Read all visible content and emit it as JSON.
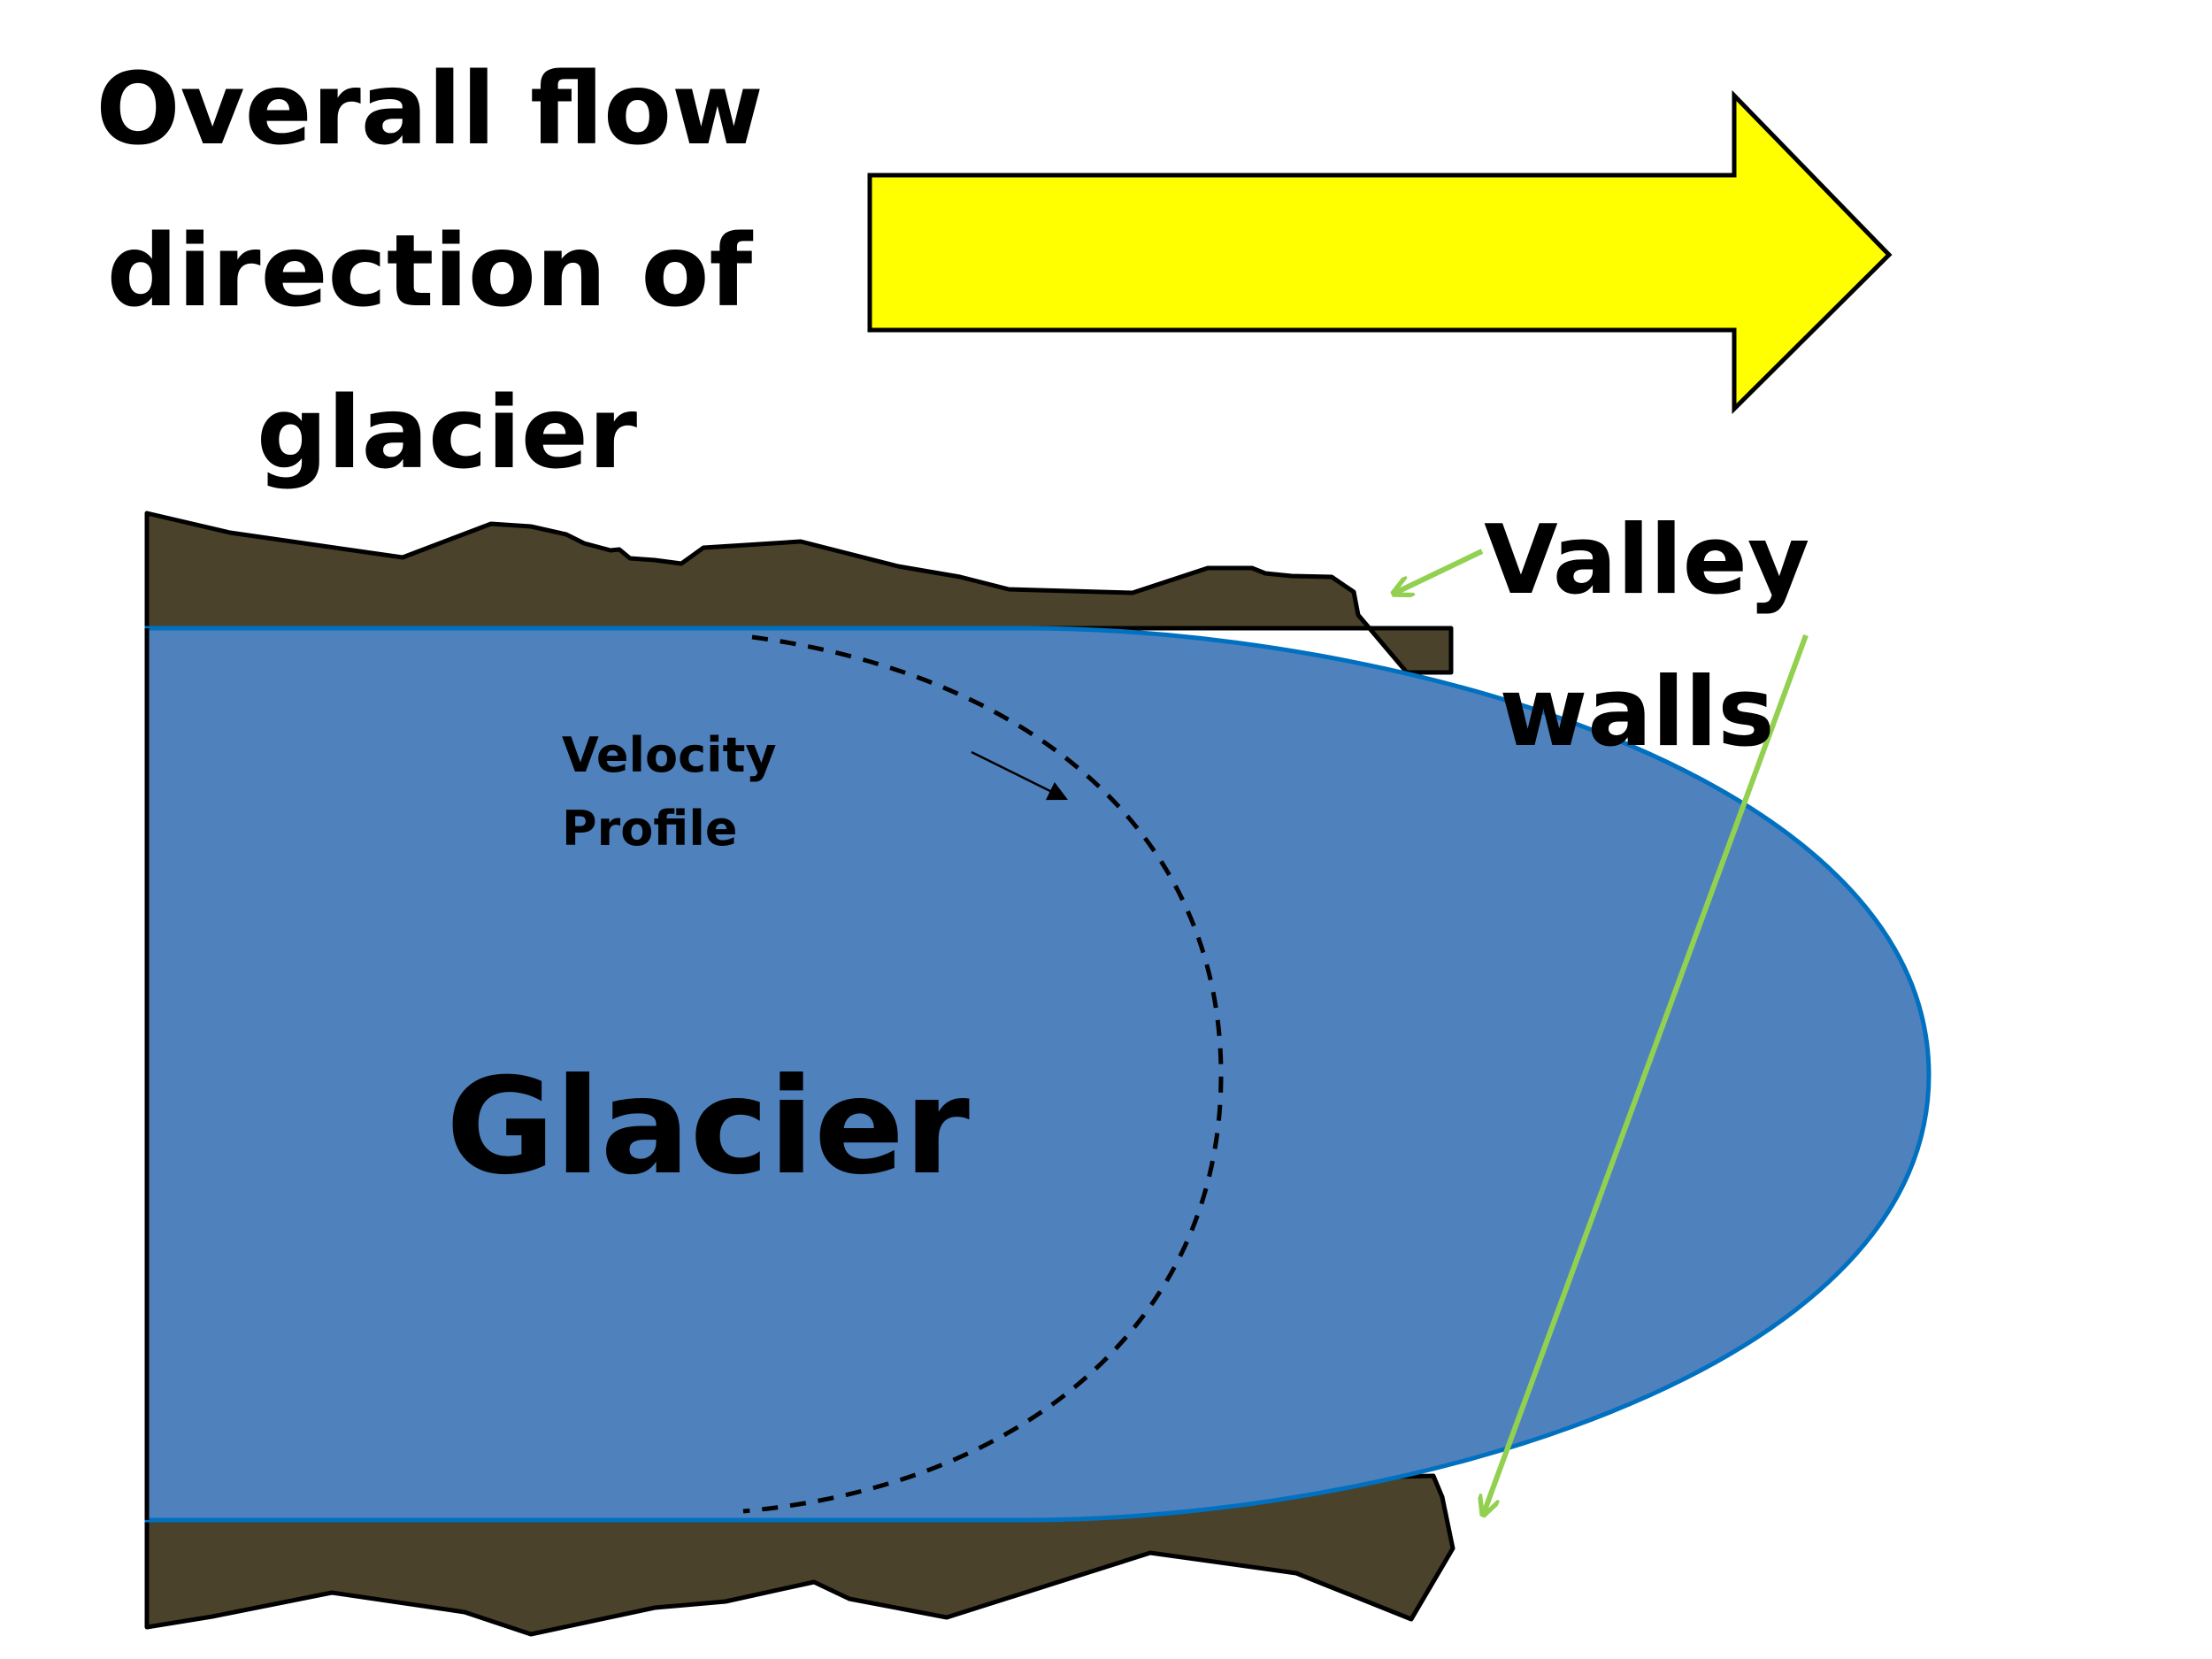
{
  "title_lines": [
    "Overall flow",
    "direction of",
    "glacier"
  ],
  "valley_label_lines": [
    "Valley",
    "walls"
  ],
  "velocity_label_lines": [
    "Velocity",
    "Profile"
  ],
  "glacier_label": "Glacier",
  "colors": {
    "flow_arrow": "#ffff00",
    "glacier_fill": "#4f81bd",
    "glacier_outline": "#0070c0",
    "valley_wall": "#4a422a",
    "pointer_arrow": "#92d050",
    "text": "#000000"
  }
}
